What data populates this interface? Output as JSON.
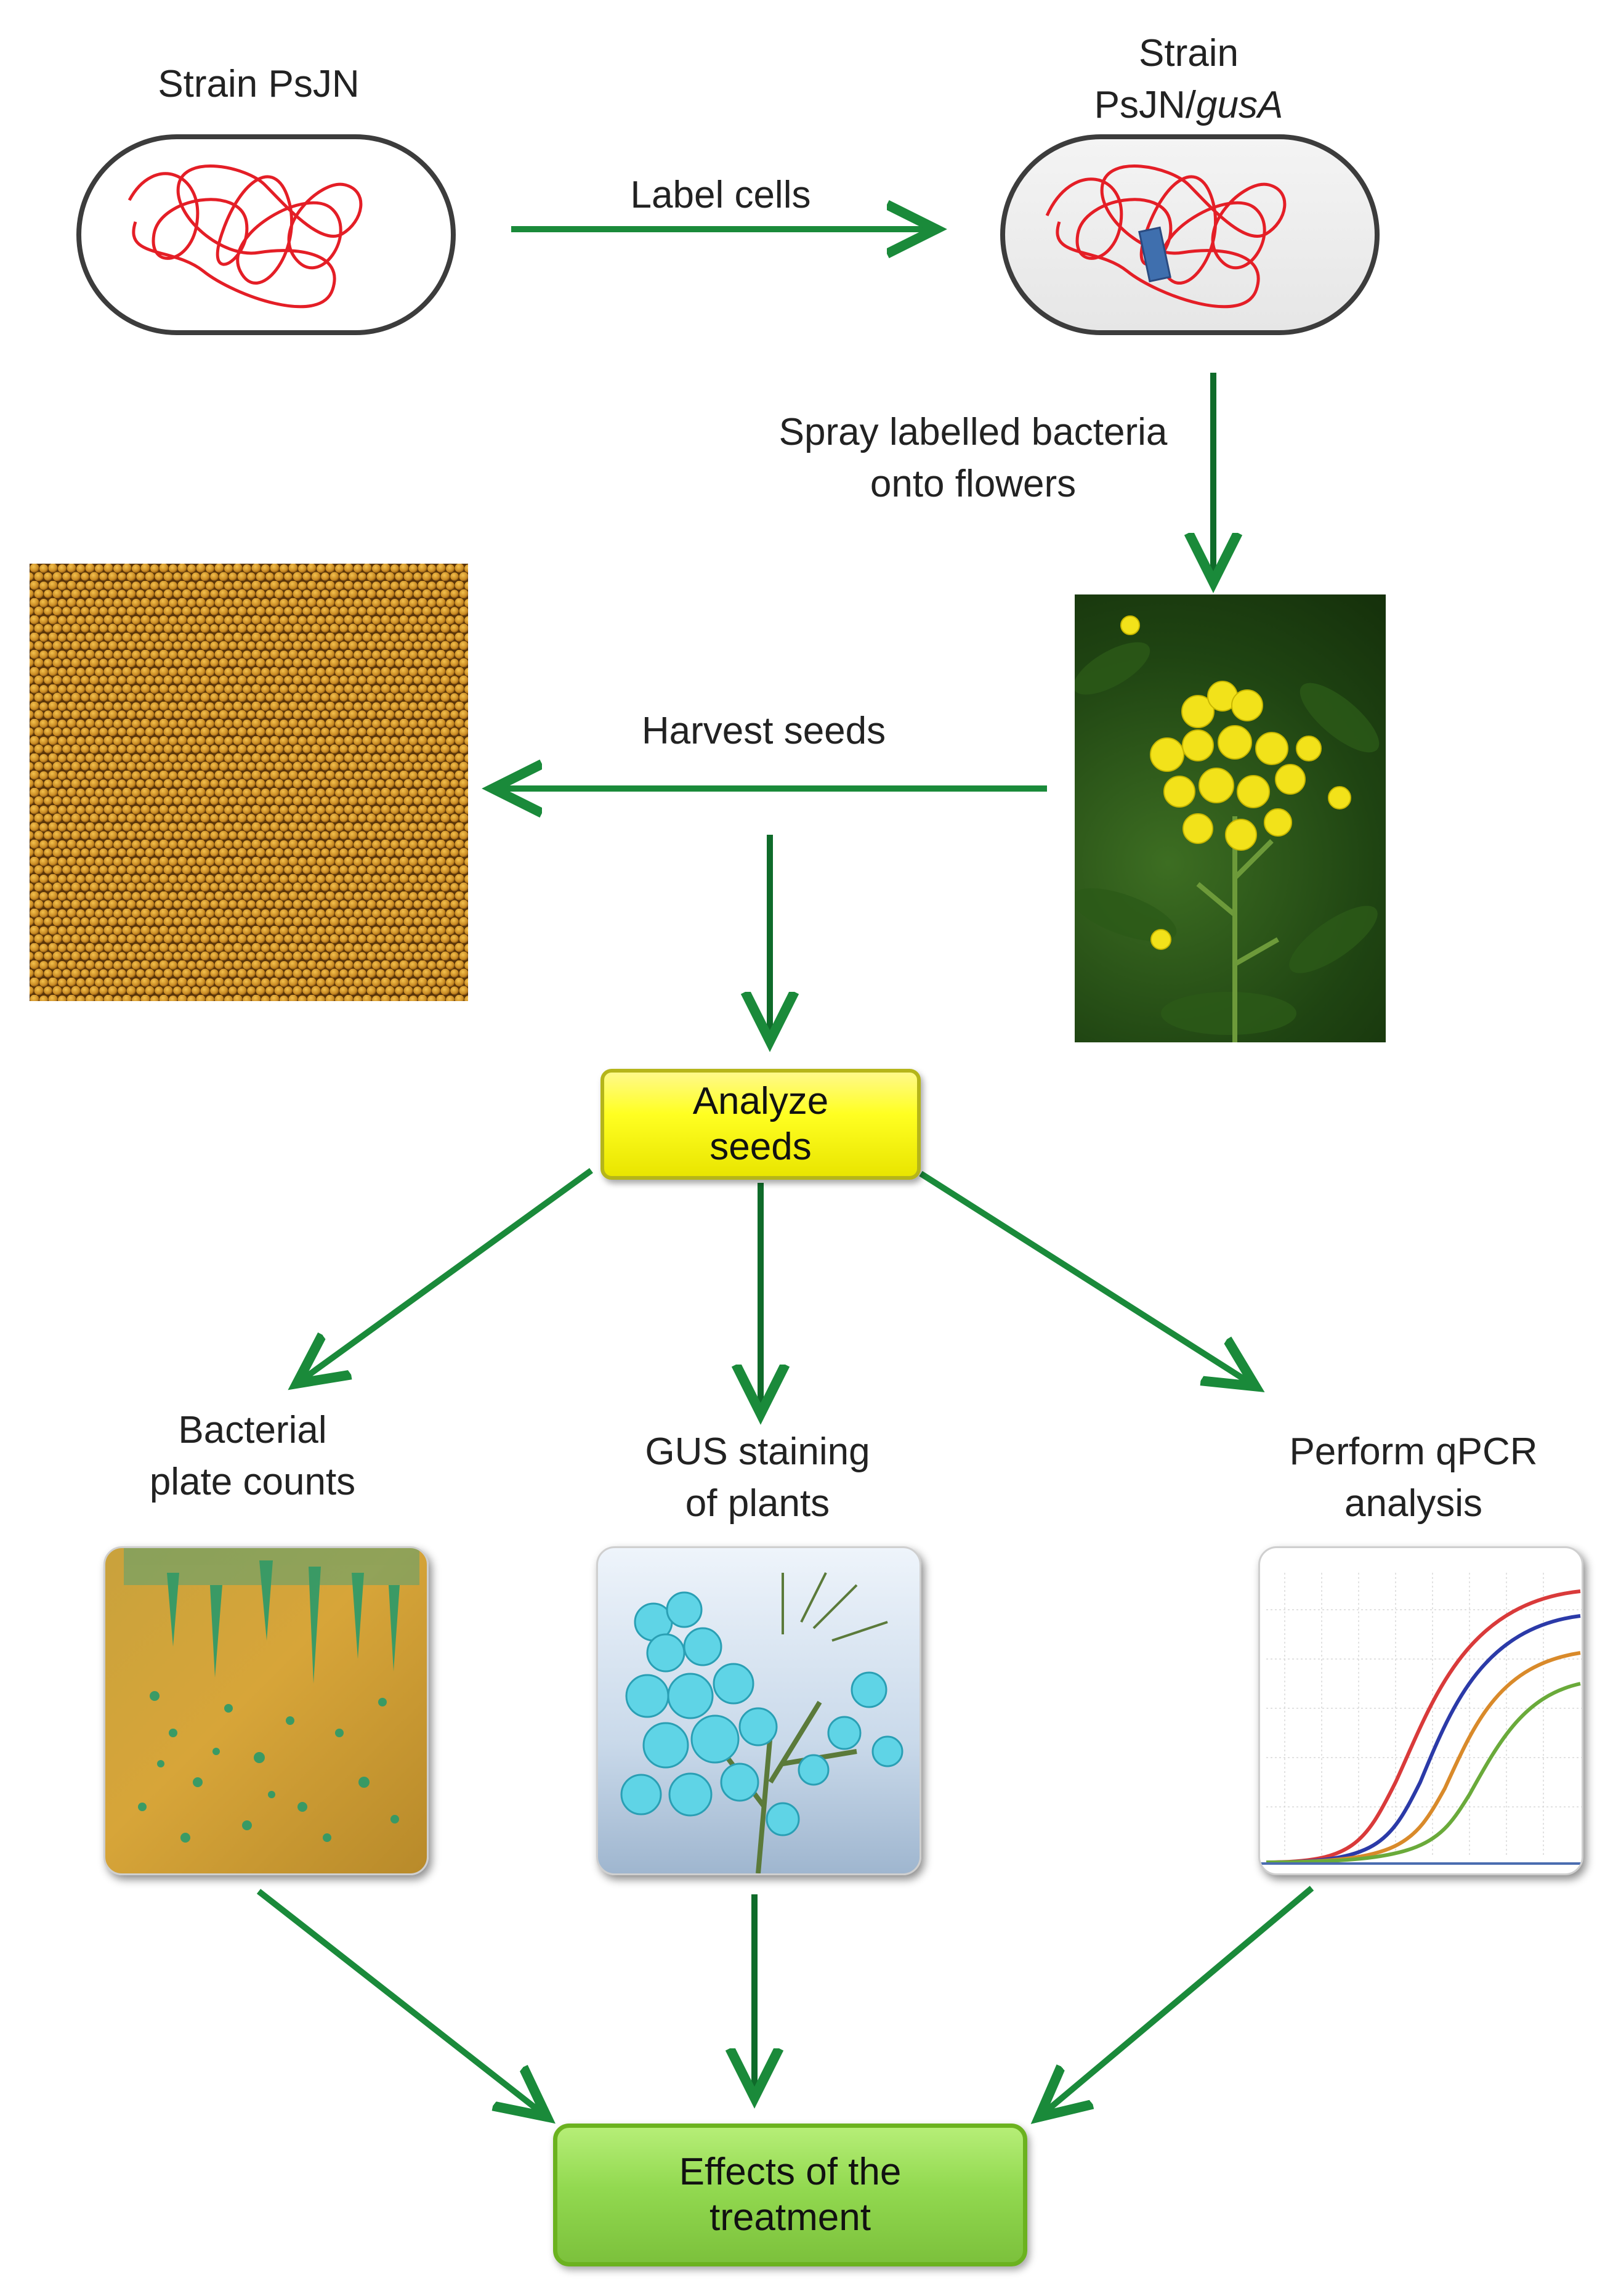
{
  "cells": {
    "wild": {
      "label": "Strain PsJN"
    },
    "labelled": {
      "label_line1": "Strain",
      "label_line2_prefix": "PsJN/",
      "label_line2_italic": "gusA"
    }
  },
  "steps": {
    "label_cells": "Label cells",
    "spray_line1": "Spray labelled bacteria",
    "spray_line2": "onto flowers",
    "harvest": "Harvest seeds"
  },
  "analyze_box": {
    "line1": "Analyze",
    "line2": "seeds",
    "color": "#ffff22"
  },
  "methods": {
    "plate": {
      "line1": "Bacterial",
      "line2": "plate counts"
    },
    "gus": {
      "line1": "GUS staining",
      "line2": "of plants"
    },
    "qpcr": {
      "line1": "Perform qPCR",
      "line2": "analysis"
    }
  },
  "result_box": {
    "line1": "Effects of the",
    "line2": "treatment",
    "color": "#92d950"
  },
  "colors": {
    "arrow": "#1a8a3a",
    "arrow_dark": "#0f6b2a",
    "dna": "#e41e26",
    "plasmid": "#3f6fae"
  },
  "images": {
    "seeds": "seed-photo",
    "flower": "flower-photo",
    "plate": "plate-photo",
    "gus": "gus-photo",
    "qpcr": "qpcr-curves"
  }
}
